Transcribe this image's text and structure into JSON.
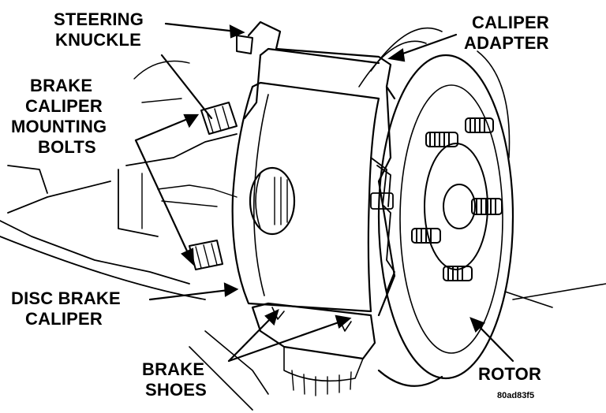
{
  "labels": {
    "steering_knuckle": [
      "STEERING",
      "KNUCKLE"
    ],
    "caliper_adapter": [
      "CALIPER",
      "ADAPTER"
    ],
    "brake_caliper_mounting_bolts": [
      "BRAKE",
      "CALIPER",
      "MOUNTING",
      "BOLTS"
    ],
    "disc_brake_caliper": [
      "DISC BRAKE",
      "CALIPER"
    ],
    "brake_shoes": [
      "BRAKE",
      "SHOES"
    ],
    "rotor": "ROTOR"
  },
  "figure_ref": "80ad83f5",
  "colors": {
    "ink": "#000000",
    "paper": "#ffffff"
  }
}
